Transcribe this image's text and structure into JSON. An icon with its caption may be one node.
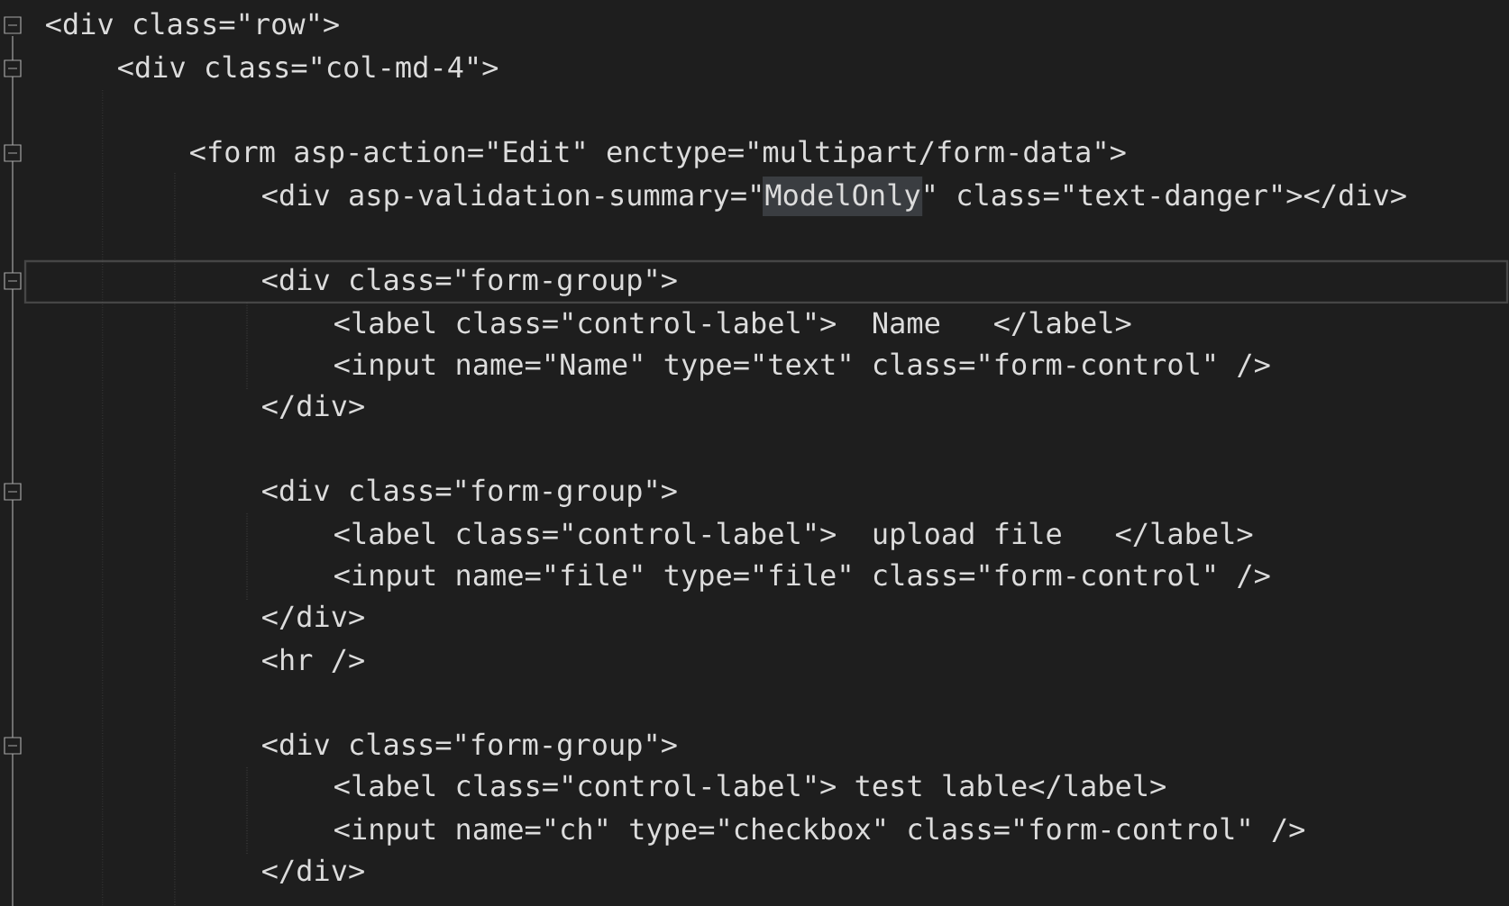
{
  "diagram": {
    "labels": [
      "<div class=\"row\">",
      "<div class=\"col-md-4\">",
      "<form asp-action=\"Edit\" enctype=\"multipart/form-data\">",
      "<div asp-validation-summary=\"ModelOnly\" class=\"text-danger\"></div>",
      "<div class=\"form-group\">",
      "<label class=\"control-label\">  Name   </label>",
      "<input name=\"Name\" type=\"text\" class=\"form-control\" />",
      "</div>",
      "<div class=\"form-group\">",
      "<label class=\"control-label\">  upload file   </label>",
      "<input name=\"file\" type=\"file\" class=\"form-control\" />",
      "</div>",
      "<hr />",
      "<div class=\"form-group\">",
      "<label class=\"control-label\"> test lable</label>",
      "<input name=\"ch\" type=\"checkbox\" class=\"form-control\" />",
      "</div>"
    ]
  }
}
